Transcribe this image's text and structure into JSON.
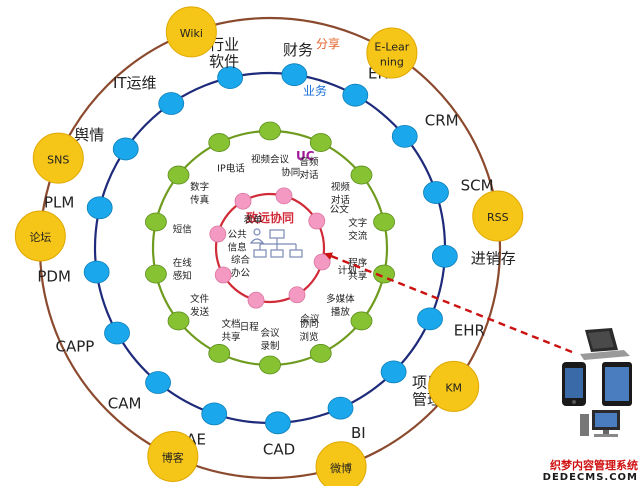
{
  "colors": {
    "outer_ring": "#8b4a2e",
    "middle_ring": "#1e2a7a",
    "inner_ring": "#6f9b1f",
    "core_ring": "#d12b38",
    "blue_node": "#1aa7ec",
    "green_node": "#86c232",
    "pink_node": "#f49ac2",
    "gold_node": "#f5c518",
    "arrow": "#cc1111",
    "share_label": "#e5622a",
    "business_label": "#1a6fd8",
    "uc_label": "#a0199a",
    "core_label": "#d12b38"
  },
  "ring_labels": {
    "share": "分享",
    "business": "业务",
    "uc": "UC",
    "core": "致远协同"
  },
  "gold_nodes": [
    "Wiki",
    "E-Lear\nning",
    "SNS",
    "RSS",
    "论坛",
    "KM",
    "博客",
    "微博"
  ],
  "blue_labels": [
    "财务",
    "ERP",
    "CRM",
    "SCM",
    "进销存",
    "EHR",
    "项目\n管理",
    "BI",
    "CAD",
    "CAE",
    "CAM",
    "CAPP",
    "PDM",
    "PLM",
    "舆情",
    "IT运维",
    "行业\n软件"
  ],
  "green_labels": [
    "视频会议",
    "音频\n对话",
    "视频\n对话",
    "文字\n交流",
    "程序\n共享",
    "多媒体\n播放",
    "协同\n浏览",
    "会议\n录制",
    "文档\n共享",
    "文件\n发送",
    "在线\n感知",
    "短信",
    "数字\n传真",
    "IP电话"
  ],
  "pink_labels": [
    "协同",
    "公文",
    "计划",
    "会议",
    "日程",
    "综合\n办公",
    "公共\n信息",
    "表单"
  ],
  "watermark": {
    "line1": "织梦内容管理系统",
    "line2": "DEDECMS.COM"
  }
}
